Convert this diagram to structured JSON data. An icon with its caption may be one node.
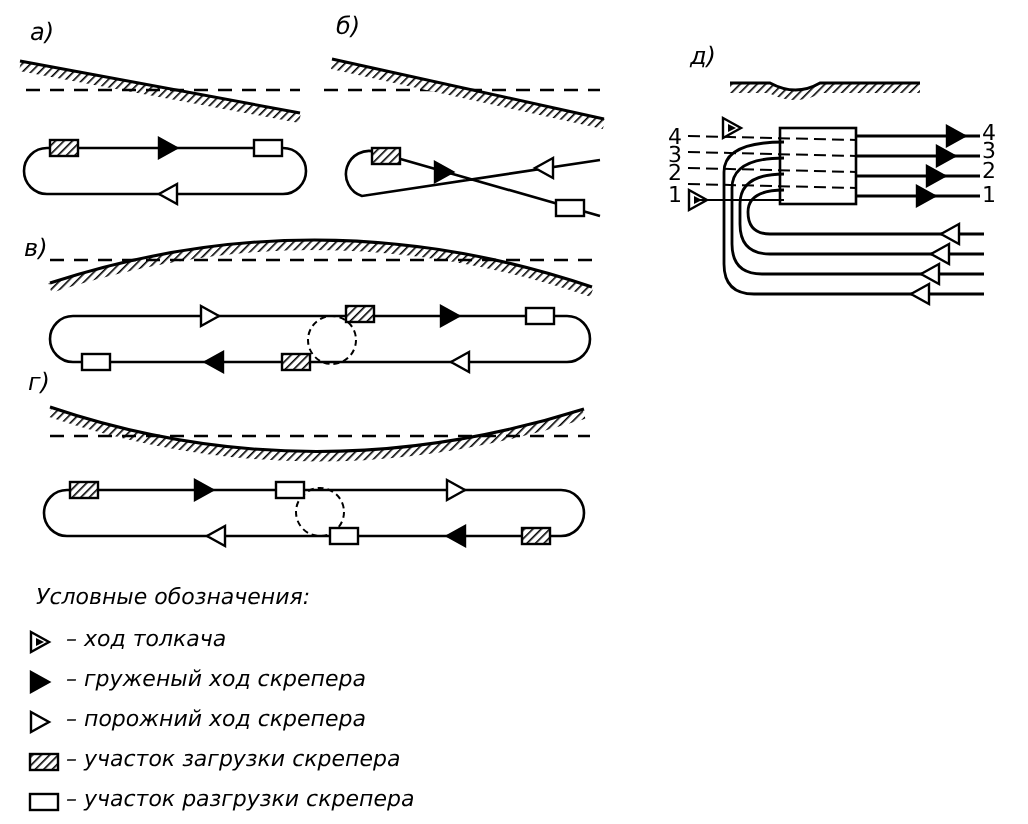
{
  "diagram": {
    "labels": [
      "а)",
      "б)",
      "в)",
      "г)",
      "д)",
      "4",
      "3",
      "2",
      "1",
      "4",
      "3",
      "2",
      "1",
      "Условные обозначения:"
    ],
    "legend": [
      {
        "text": "– ход толкача"
      },
      {
        "text": "– груженый ход скрепера"
      },
      {
        "text": "– порожний ход скрепера"
      },
      {
        "text": "– участок загрузки скрепера"
      },
      {
        "text": "– участок разгрузки скрепера"
      }
    ]
  }
}
